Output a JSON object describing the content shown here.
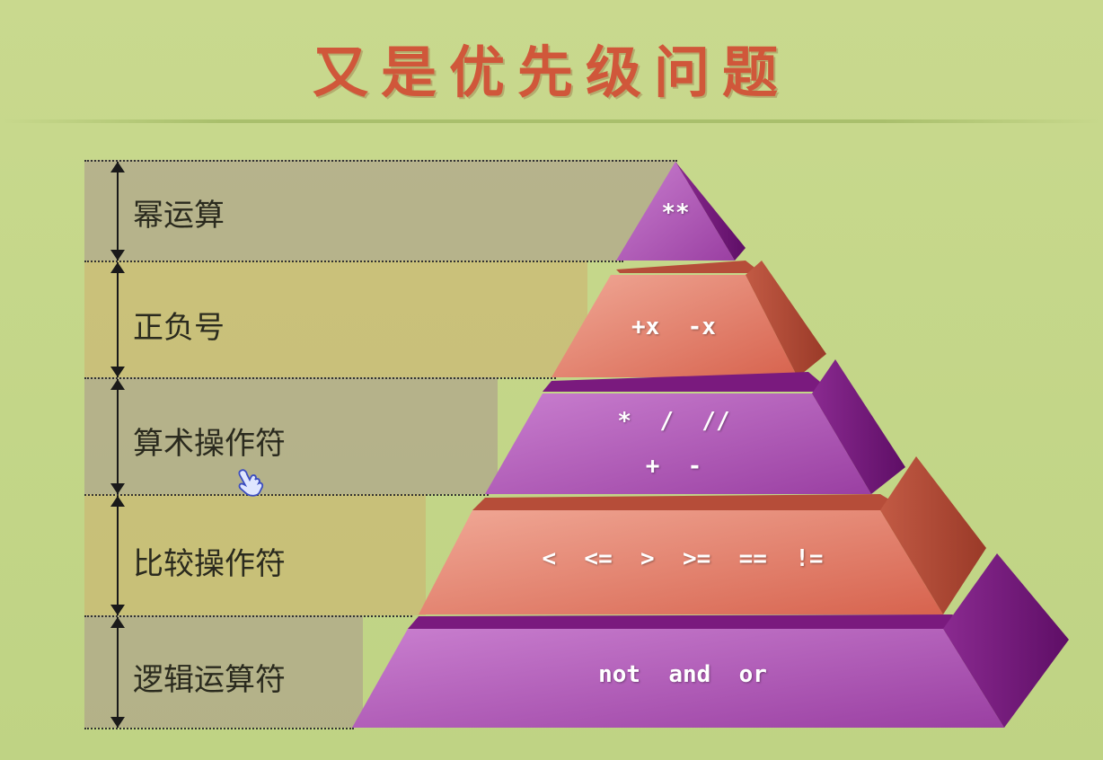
{
  "title": "又是优先级问题",
  "levels": [
    {
      "label": "幂运算",
      "operators_line1": "**",
      "operators_line2": ""
    },
    {
      "label": "正负号",
      "operators_line1": "+x  -x",
      "operators_line2": ""
    },
    {
      "label": "算术操作符",
      "operators_line1": "*  /  //",
      "operators_line2": "+  -"
    },
    {
      "label": "比较操作符",
      "operators_line1": "<  <=  >  >=  ==  !=",
      "operators_line2": ""
    },
    {
      "label": "逻辑运算符",
      "operators_line1": "not  and  or",
      "operators_line2": ""
    }
  ],
  "colors": {
    "title": "#d0573a",
    "purple_front": "#b05fb7",
    "purple_side": "#7a1a7e",
    "salmon_front": "#e07a64",
    "salmon_side": "#b84a36"
  },
  "icons": [
    "hand-cursor-icon"
  ]
}
